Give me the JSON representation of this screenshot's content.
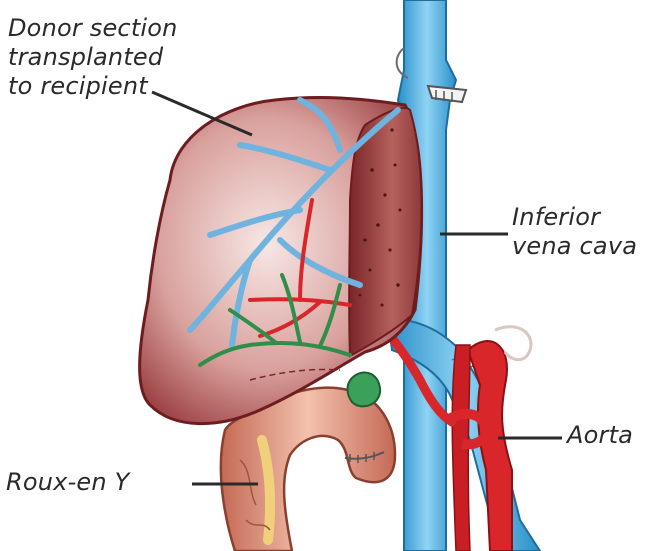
{
  "labels": {
    "donor": [
      "Donor section",
      "transplanted",
      "to recipient"
    ],
    "ivc": [
      "Inferior",
      "vena cava"
    ],
    "aorta": "Aorta",
    "roux": "Roux-en Y"
  },
  "colors": {
    "liver": "#8e2b2e",
    "liver_light": "#e9c9c6",
    "vein": "#5bb6e6",
    "artery": "#d8262a",
    "bile": "#2f8f4a",
    "intestine": "#e8a48a"
  }
}
